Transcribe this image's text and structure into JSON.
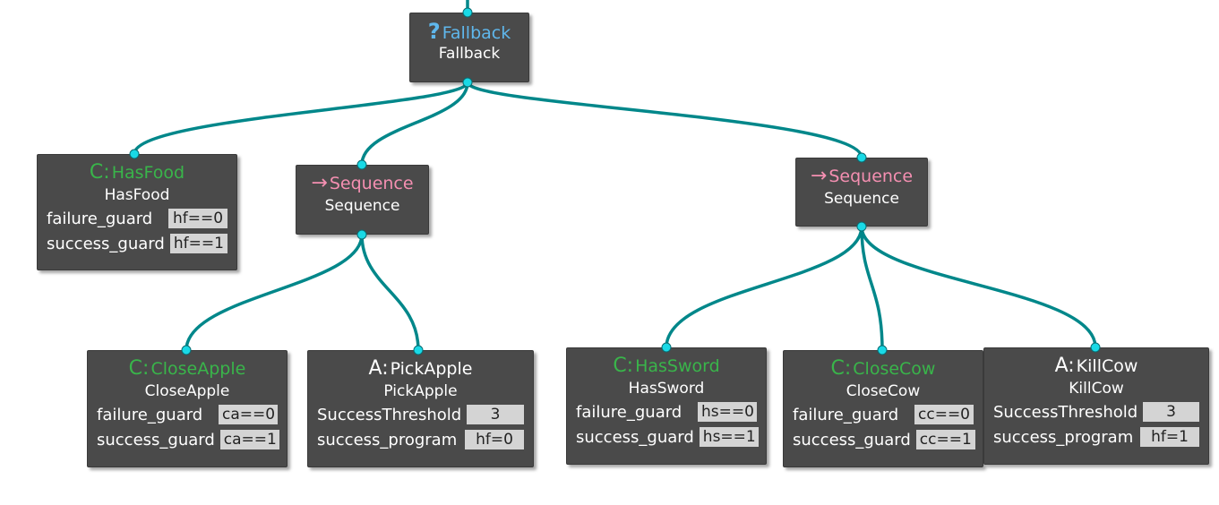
{
  "colors": {
    "edge": "#00878a",
    "port": "#19d9e6",
    "node_bg": "#4a4a4a",
    "condition": "#39b54a",
    "fallback": "#5fb7ec",
    "sequence": "#f48fb1",
    "action": "#ffffff",
    "value_bg": "#d4d4d4"
  },
  "nodes": {
    "fallback": {
      "icon": "?",
      "type_label": "Fallback",
      "name": "Fallback"
    },
    "hasfood": {
      "icon": "C:",
      "type_label": "HasFood",
      "name": "HasFood",
      "ports": [
        {
          "key": "failure_guard",
          "value": "hf==0"
        },
        {
          "key": "success_guard",
          "value": "hf==1"
        }
      ]
    },
    "sequence1": {
      "icon": "→",
      "type_label": "Sequence",
      "name": "Sequence"
    },
    "sequence2": {
      "icon": "→",
      "type_label": "Sequence",
      "name": "Sequence"
    },
    "closeapple": {
      "icon": "C:",
      "type_label": "CloseApple",
      "name": "CloseApple",
      "ports": [
        {
          "key": "failure_guard",
          "value": "ca==0"
        },
        {
          "key": "success_guard",
          "value": "ca==1"
        }
      ]
    },
    "pickapple": {
      "icon": "A:",
      "type_label": "PickApple",
      "name": "PickApple",
      "ports": [
        {
          "key": "SuccessThreshold",
          "value": "3"
        },
        {
          "key": "success_program",
          "value": "hf=0"
        }
      ]
    },
    "hassword": {
      "icon": "C:",
      "type_label": "HasSword",
      "name": "HasSword",
      "ports": [
        {
          "key": "failure_guard",
          "value": "hs==0"
        },
        {
          "key": "success_guard",
          "value": "hs==1"
        }
      ]
    },
    "closecow": {
      "icon": "C:",
      "type_label": "CloseCow",
      "name": "CloseCow",
      "ports": [
        {
          "key": "failure_guard",
          "value": "cc==0"
        },
        {
          "key": "success_guard",
          "value": "cc==1"
        }
      ]
    },
    "killcow": {
      "icon": "A:",
      "type_label": "KillCow",
      "name": "KillCow",
      "ports": [
        {
          "key": "SuccessThreshold",
          "value": "3"
        },
        {
          "key": "success_program",
          "value": "hf=1"
        }
      ]
    }
  }
}
